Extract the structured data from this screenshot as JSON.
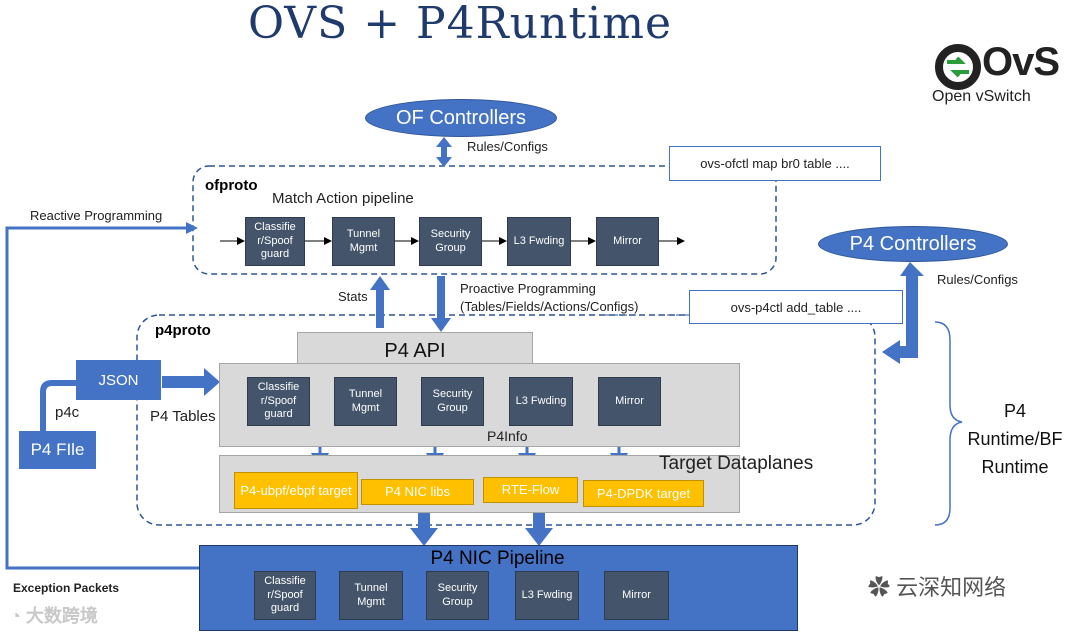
{
  "title": "OVS + P4Runtime",
  "logo": {
    "mark": "OvS",
    "text": "Open vSwitch"
  },
  "of_controllers": "OF Controllers",
  "p4_controllers": "P4 Controllers",
  "rules_configs_top": "Rules/Configs",
  "rules_configs_right": "Rules/Configs",
  "ovs_ofctl_cmd": "ovs-ofctl map br0 table ....",
  "ovs_p4ctl_cmd": "ovs-p4ctl add_table ....",
  "ofproto": {
    "name": "ofproto",
    "subtitle": "Match Action pipeline"
  },
  "pipeline_stages": [
    "Classifie r/Spoof guard",
    "Tunnel Mgmt",
    "Security Group",
    "L3 Fwding",
    "Mirror"
  ],
  "reactive_programming": "Reactive Programming",
  "stats": "Stats",
  "proactive_programming": "Proactive Programming",
  "proactive_detail": "(Tables/Fields/Actions/Configs)",
  "p4proto": "p4proto",
  "p4_api": "P4 API",
  "p4info": "P4Info",
  "json": "JSON",
  "p4c": "p4c",
  "p4_tables": "P4 Tables",
  "p4_file": "P4 FIle",
  "target_dataplanes": "Target Dataplanes",
  "targets": [
    "P4-ubpf/ebpf target",
    "P4 NIC libs",
    "RTE-Flow",
    "P4-DPDK target"
  ],
  "p4_runtime_side": [
    "P4",
    "Runtime/BF",
    "Runtime"
  ],
  "p4_nic_pipeline": "P4 NIC Pipeline",
  "exception_packets": "Exception Packets",
  "watermark_left": "大数跨境",
  "watermark_right": "云深知网络",
  "colors": {
    "accent_blue": "#4472c4",
    "stage_gray": "#44546a",
    "target_yellow": "#ffc000",
    "title_blue": "#1f3b6e"
  }
}
